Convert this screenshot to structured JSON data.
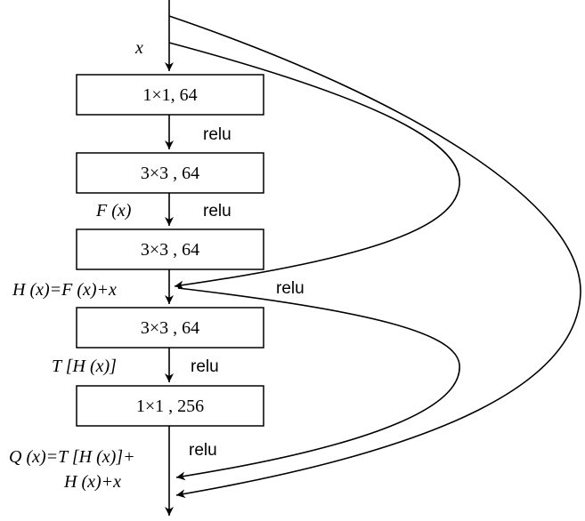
{
  "input_label": "x",
  "blocks": [
    {
      "label": "1×1, 64"
    },
    {
      "label": "3×3 , 64"
    },
    {
      "label": "3×3 , 64"
    },
    {
      "label": "3×3 , 64"
    },
    {
      "label": "1×1 , 256"
    }
  ],
  "activations": {
    "relu_1": "relu",
    "relu_2": "relu",
    "relu_3": "relu",
    "relu_4": "relu",
    "relu_5": "relu"
  },
  "labels": {
    "f_x": "F (x)",
    "h_x": "H (x)=F (x)+x",
    "t_hx": "T [H (x)]",
    "q_x_line1": "Q (x)=T [H (x)]+",
    "q_x_line2": "H (x)+x"
  },
  "colors": {
    "stroke": "#000000",
    "background": "#ffffff"
  }
}
